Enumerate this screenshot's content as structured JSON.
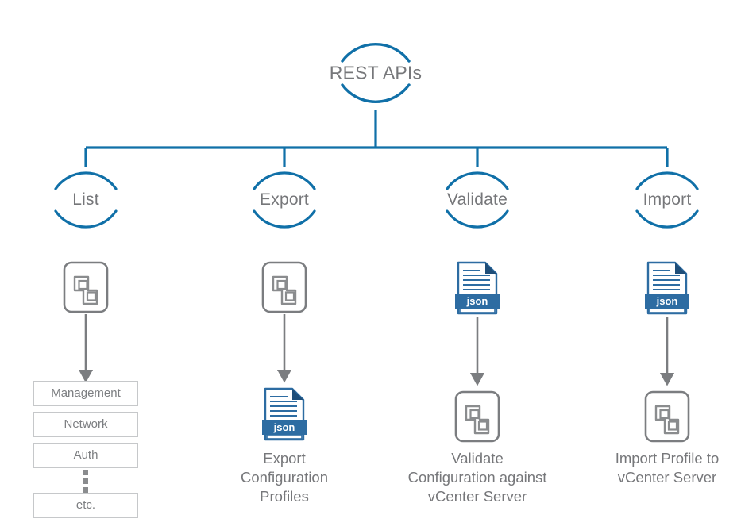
{
  "diagram": {
    "title": "REST APIs configuration management flow",
    "colors": {
      "arc_blue": "#1070a8",
      "line_blue": "#1070a8",
      "arrow_gray": "#7b7d80",
      "text_gray": "#76777a",
      "box_border": "#c6c8ca",
      "json_banner": "#2d6ca2",
      "json_dark": "#1f4e79",
      "icon_gray": "#7b7d80",
      "background": "#ffffff"
    },
    "root": {
      "label": "REST APIs",
      "icon": "broken-circle-node"
    },
    "branches": [
      {
        "key": "list",
        "label": "List",
        "top_icon": "vcenter-server-icon",
        "arrow": "down-arrow-icon",
        "result_type": "list",
        "items": [
          "Management",
          "Network",
          "Auth"
        ],
        "ellipsis": "vertical-ellipsis-icon",
        "tail_item": "etc.",
        "caption": ""
      },
      {
        "key": "export",
        "label": "Export",
        "top_icon": "vcenter-server-icon",
        "arrow": "down-arrow-icon",
        "result_type": "icon-caption",
        "result_icon": "json-file-icon",
        "result_icon_text": "json",
        "caption": "Export\nConfiguration\nProfiles"
      },
      {
        "key": "validate",
        "label": "Validate",
        "top_icon": "json-file-icon",
        "top_icon_text": "json",
        "arrow": "down-arrow-icon",
        "result_type": "icon-caption",
        "result_icon": "vcenter-server-icon",
        "caption": "Validate\nConfiguration against\nvCenter Server"
      },
      {
        "key": "import",
        "label": "Import",
        "top_icon": "json-file-icon",
        "top_icon_text": "json",
        "arrow": "down-arrow-icon",
        "result_type": "icon-caption",
        "result_icon": "vcenter-server-icon",
        "caption": "Import Profile to\nvCenter Server"
      }
    ]
  }
}
